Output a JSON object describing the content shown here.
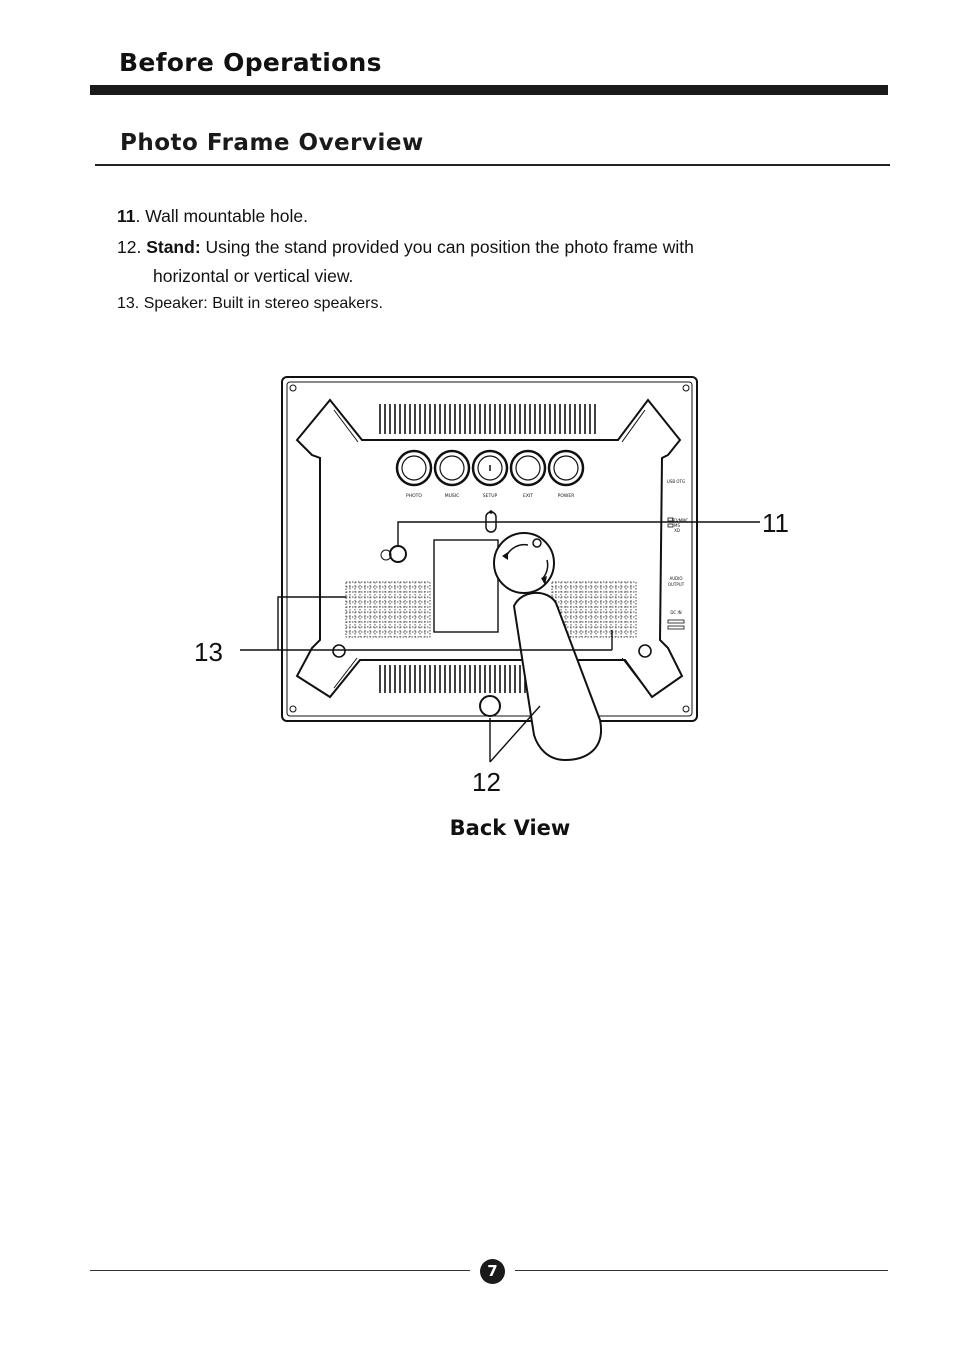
{
  "header": {
    "section_title": "Before Operations",
    "page_heading": "Photo Frame Overview"
  },
  "items": [
    {
      "number": "11",
      "text": ". Wall mountable hole."
    },
    {
      "number": "12.",
      "term": "Stand:",
      "text": " Using the stand provided you can position the photo frame with",
      "continuation": "horizontal or vertical view."
    },
    {
      "number": "13.",
      "term": "Speaker:",
      "text": " Built in stereo speakers."
    }
  ],
  "diagram": {
    "callouts": {
      "c11": "11",
      "c12": "12",
      "c13": "13"
    },
    "button_labels": [
      "PHOTO",
      "MUSIC",
      "SETUP",
      "EXIT",
      "POWER"
    ],
    "side_labels": [
      "USB OTG",
      "SD/MMC",
      "MS",
      "XD",
      "AUDIO",
      "OUTPUT",
      "DC IN"
    ]
  },
  "caption": "Back View",
  "footer": {
    "page_number": "7"
  }
}
